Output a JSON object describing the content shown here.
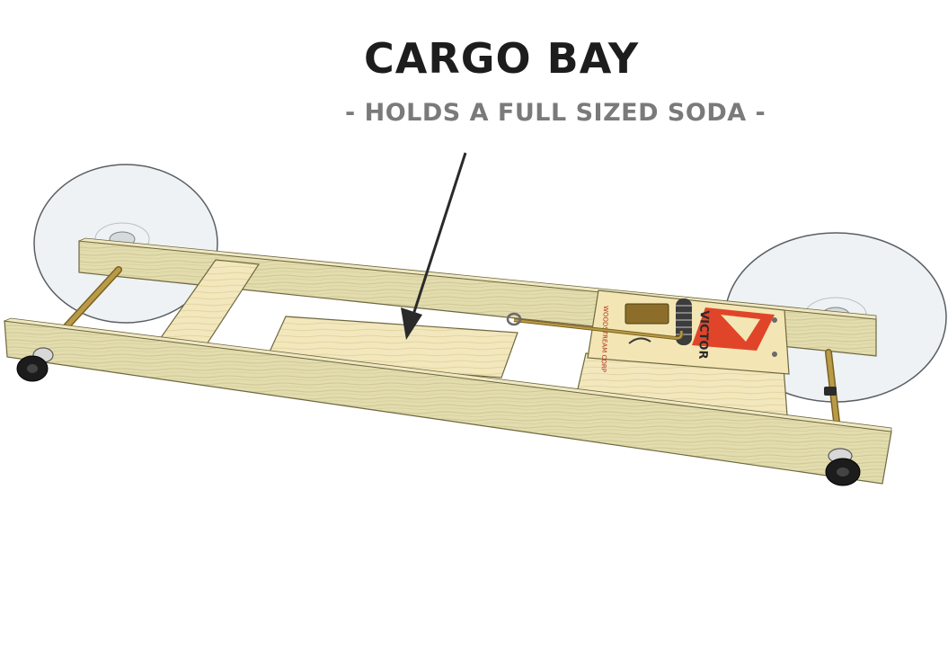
{
  "labels": {
    "title": "CARGO BAY",
    "subtitle": "- HOLDS A FULL SIZED SODA -",
    "trap_brand": "VICTOR",
    "trap_maker": "WOODSTREAM CORP"
  },
  "colors": {
    "wood": "#e2dcae",
    "wood_dark": "#c9c08a",
    "cargo_floor": "#f2e7bd",
    "disc": "#eef2f4",
    "axle": "#a88a3a",
    "wheel": "#1c1c1c",
    "trap_red": "#e0452a",
    "text_dark": "#1d1d1d",
    "text_gray": "#7a7a7a"
  }
}
